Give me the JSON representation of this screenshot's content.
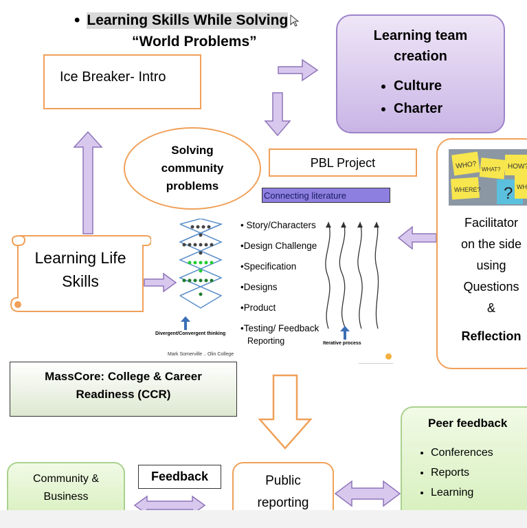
{
  "title": {
    "line1": "Learning Skills While Solving",
    "line2": "“World Problems”"
  },
  "ice_breaker": {
    "label": "Ice Breaker- Intro"
  },
  "team_creation": {
    "title": "Learning team creation",
    "items": [
      "Culture",
      "Charter"
    ]
  },
  "solving": {
    "label": "Solving community problems"
  },
  "pbl": {
    "label": "PBL Project"
  },
  "connecting": {
    "label": "Connecting literature"
  },
  "steps": {
    "items": [
      "• Story/Characters",
      "•Design Challenge",
      "•Specification",
      "•Designs",
      "•Product",
      "•Testing/ Feedback"
    ],
    "reporting": "Reporting",
    "divergent": "Divergent/Convergent thinking",
    "iterative": "Iterative  process",
    "credit": "Mark Somerville .. Olin College"
  },
  "facilitator": {
    "lines": [
      "Facilitator",
      "on the side",
      "using",
      "Questions",
      "&"
    ],
    "bold": "Reflection",
    "notes": [
      "WHO?",
      "WHAT?",
      "HOW?",
      "WHERE?",
      "?",
      "WHY"
    ]
  },
  "life_skills": {
    "line1": "Learning Life",
    "line2": "Skills"
  },
  "masscore": {
    "line1": "MassCore:  College & Career",
    "line2": "Readiness (CCR)"
  },
  "peer": {
    "title": "Peer feedback",
    "items": [
      "Conferences",
      "Reports",
      "Learning"
    ]
  },
  "community": {
    "line1": "Community &",
    "line2": "Business"
  },
  "feedback": {
    "label": "Feedback"
  },
  "public": {
    "line1": "Public",
    "line2": "reporting"
  },
  "colors": {
    "orange": "#f0a058",
    "purple": "#c9b5e6",
    "green": "#d6efbb",
    "blue": "#6d8fc7"
  }
}
